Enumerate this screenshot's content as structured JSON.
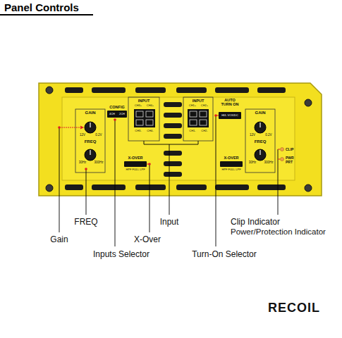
{
  "diagram": {
    "title": "Panel Controls",
    "labels": [
      "GAIN",
      "12V",
      "0.2V",
      "FREQ",
      "30Hz",
      "300Hz",
      "CONFIG",
      "4CH",
      "2CH",
      "X-OVER",
      "HPF FULL LPF",
      "INPUT",
      "CH3+",
      "CH4+",
      "CH3-",
      "CH4-",
      "INPUT",
      "CH1+",
      "CH2+",
      "CH1-",
      "CH2-",
      "AUTO TURN ON",
      "HI/L VOX/DC",
      "X-OVER",
      "HPF FULL LPF",
      "GAIN",
      "12V",
      "0.2V",
      "FREQ",
      "30Hz",
      "300Hz",
      "CLIP",
      "PWR PRT",
      "Gain",
      "FREQ",
      "Inputs Selector",
      "X-Over",
      "Input",
      "Turn-On Selector",
      "Clip Indicator",
      "Power/Protection Indicator",
      "RECOIL"
    ]
  }
}
